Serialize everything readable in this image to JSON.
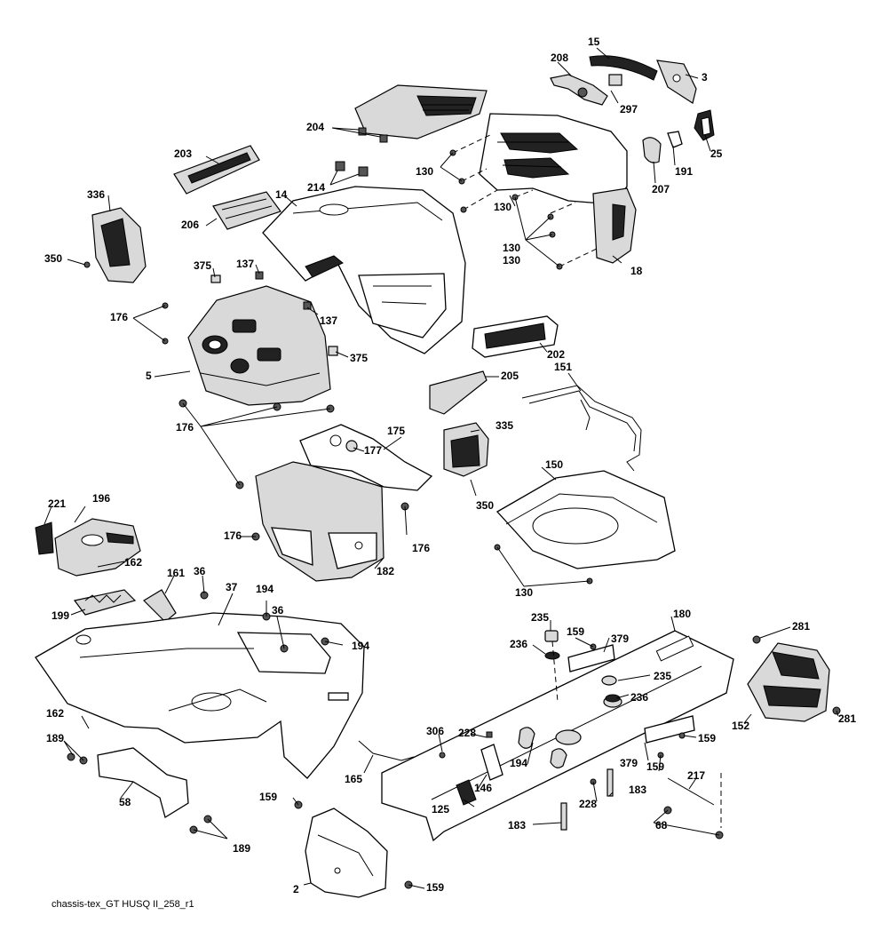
{
  "footer": "chassis-tex_GT HUSQ II_258_r1",
  "labels": [
    {
      "id": "15",
      "text": "15"
    },
    {
      "id": "208",
      "text": "208"
    },
    {
      "id": "3",
      "text": "3"
    },
    {
      "id": "297",
      "text": "297"
    },
    {
      "id": "204",
      "text": "204"
    },
    {
      "id": "25",
      "text": "25"
    },
    {
      "id": "191",
      "text": "191"
    },
    {
      "id": "207",
      "text": "207"
    },
    {
      "id": "130a",
      "text": "130"
    },
    {
      "id": "130b",
      "text": "130"
    },
    {
      "id": "130c",
      "text": "130"
    },
    {
      "id": "130d",
      "text": "130"
    },
    {
      "id": "203",
      "text": "203"
    },
    {
      "id": "214",
      "text": "214"
    },
    {
      "id": "14",
      "text": "14"
    },
    {
      "id": "18",
      "text": "18"
    },
    {
      "id": "336",
      "text": "336"
    },
    {
      "id": "206",
      "text": "206"
    },
    {
      "id": "350a",
      "text": "350"
    },
    {
      "id": "375a",
      "text": "375"
    },
    {
      "id": "137a",
      "text": "137"
    },
    {
      "id": "137b",
      "text": "137"
    },
    {
      "id": "176a",
      "text": "176"
    },
    {
      "id": "202",
      "text": "202"
    },
    {
      "id": "375b",
      "text": "375"
    },
    {
      "id": "5",
      "text": "5"
    },
    {
      "id": "205",
      "text": "205"
    },
    {
      "id": "151",
      "text": "151"
    },
    {
      "id": "176b",
      "text": "176"
    },
    {
      "id": "175",
      "text": "175"
    },
    {
      "id": "335",
      "text": "335"
    },
    {
      "id": "177",
      "text": "177"
    },
    {
      "id": "150",
      "text": "150"
    },
    {
      "id": "350b",
      "text": "350"
    },
    {
      "id": "221",
      "text": "221"
    },
    {
      "id": "196",
      "text": "196"
    },
    {
      "id": "176c",
      "text": "176"
    },
    {
      "id": "176d",
      "text": "176"
    },
    {
      "id": "162a",
      "text": "162"
    },
    {
      "id": "182",
      "text": "182"
    },
    {
      "id": "130e",
      "text": "130"
    },
    {
      "id": "161",
      "text": "161"
    },
    {
      "id": "36a",
      "text": "36"
    },
    {
      "id": "37",
      "text": "37"
    },
    {
      "id": "194a",
      "text": "194"
    },
    {
      "id": "36b",
      "text": "36"
    },
    {
      "id": "199",
      "text": "199"
    },
    {
      "id": "235a",
      "text": "235"
    },
    {
      "id": "180",
      "text": "180"
    },
    {
      "id": "194b",
      "text": "194"
    },
    {
      "id": "159a",
      "text": "159"
    },
    {
      "id": "236a",
      "text": "236"
    },
    {
      "id": "379a",
      "text": "379"
    },
    {
      "id": "281a",
      "text": "281"
    },
    {
      "id": "235b",
      "text": "235"
    },
    {
      "id": "236b",
      "text": "236"
    },
    {
      "id": "162b",
      "text": "162"
    },
    {
      "id": "189a",
      "text": "189"
    },
    {
      "id": "306",
      "text": "306"
    },
    {
      "id": "228a",
      "text": "228"
    },
    {
      "id": "194c",
      "text": "194"
    },
    {
      "id": "159b",
      "text": "159"
    },
    {
      "id": "152",
      "text": "152"
    },
    {
      "id": "281b",
      "text": "281"
    },
    {
      "id": "379b",
      "text": "379"
    },
    {
      "id": "159c",
      "text": "159"
    },
    {
      "id": "165",
      "text": "165"
    },
    {
      "id": "146",
      "text": "146"
    },
    {
      "id": "217",
      "text": "217"
    },
    {
      "id": "58",
      "text": "58"
    },
    {
      "id": "183a",
      "text": "183"
    },
    {
      "id": "228b",
      "text": "228"
    },
    {
      "id": "125",
      "text": "125"
    },
    {
      "id": "159d",
      "text": "159"
    },
    {
      "id": "68",
      "text": "68"
    },
    {
      "id": "183b",
      "text": "183"
    },
    {
      "id": "189b",
      "text": "189"
    },
    {
      "id": "2",
      "text": "2"
    },
    {
      "id": "159e",
      "text": "159"
    }
  ]
}
